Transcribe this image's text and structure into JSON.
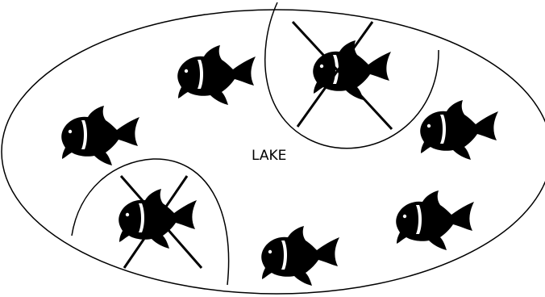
{
  "diagram": {
    "lake_label": "LAKE",
    "colors": {
      "stroke": "#000000",
      "fish": "#000000",
      "background": "#ffffff"
    },
    "fish_icon": "fish-icon",
    "fish_count": 7,
    "crossed_out_fish": 2,
    "catch_regions": 2
  }
}
